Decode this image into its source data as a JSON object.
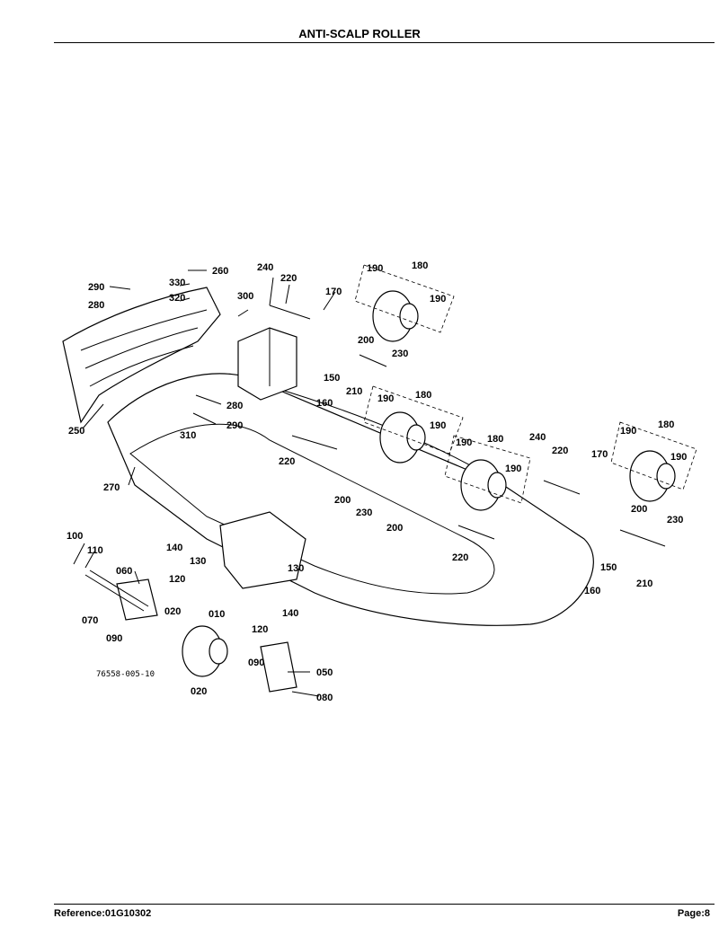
{
  "page_title": "ANTI-SCALP ROLLER",
  "footer": {
    "reference": "Reference:01G10302",
    "page": "Page:8"
  },
  "figure_ref": "76558-005-10",
  "callouts": [
    "290",
    "330",
    "260",
    "320",
    "280",
    "300",
    "240",
    "220",
    "170",
    "190",
    "180",
    "190",
    "200",
    "230",
    "150",
    "160",
    "210",
    "250",
    "280",
    "290",
    "310",
    "190",
    "180",
    "190",
    "220",
    "270",
    "190",
    "180",
    "240",
    "220",
    "170",
    "190",
    "180",
    "190",
    "190",
    "200",
    "230",
    "200",
    "230",
    "200",
    "150",
    "160",
    "210",
    "220",
    "100",
    "110",
    "060",
    "120",
    "070",
    "090",
    "020",
    "010",
    "140",
    "130",
    "130",
    "140",
    "120",
    "090",
    "050",
    "020",
    "080"
  ]
}
